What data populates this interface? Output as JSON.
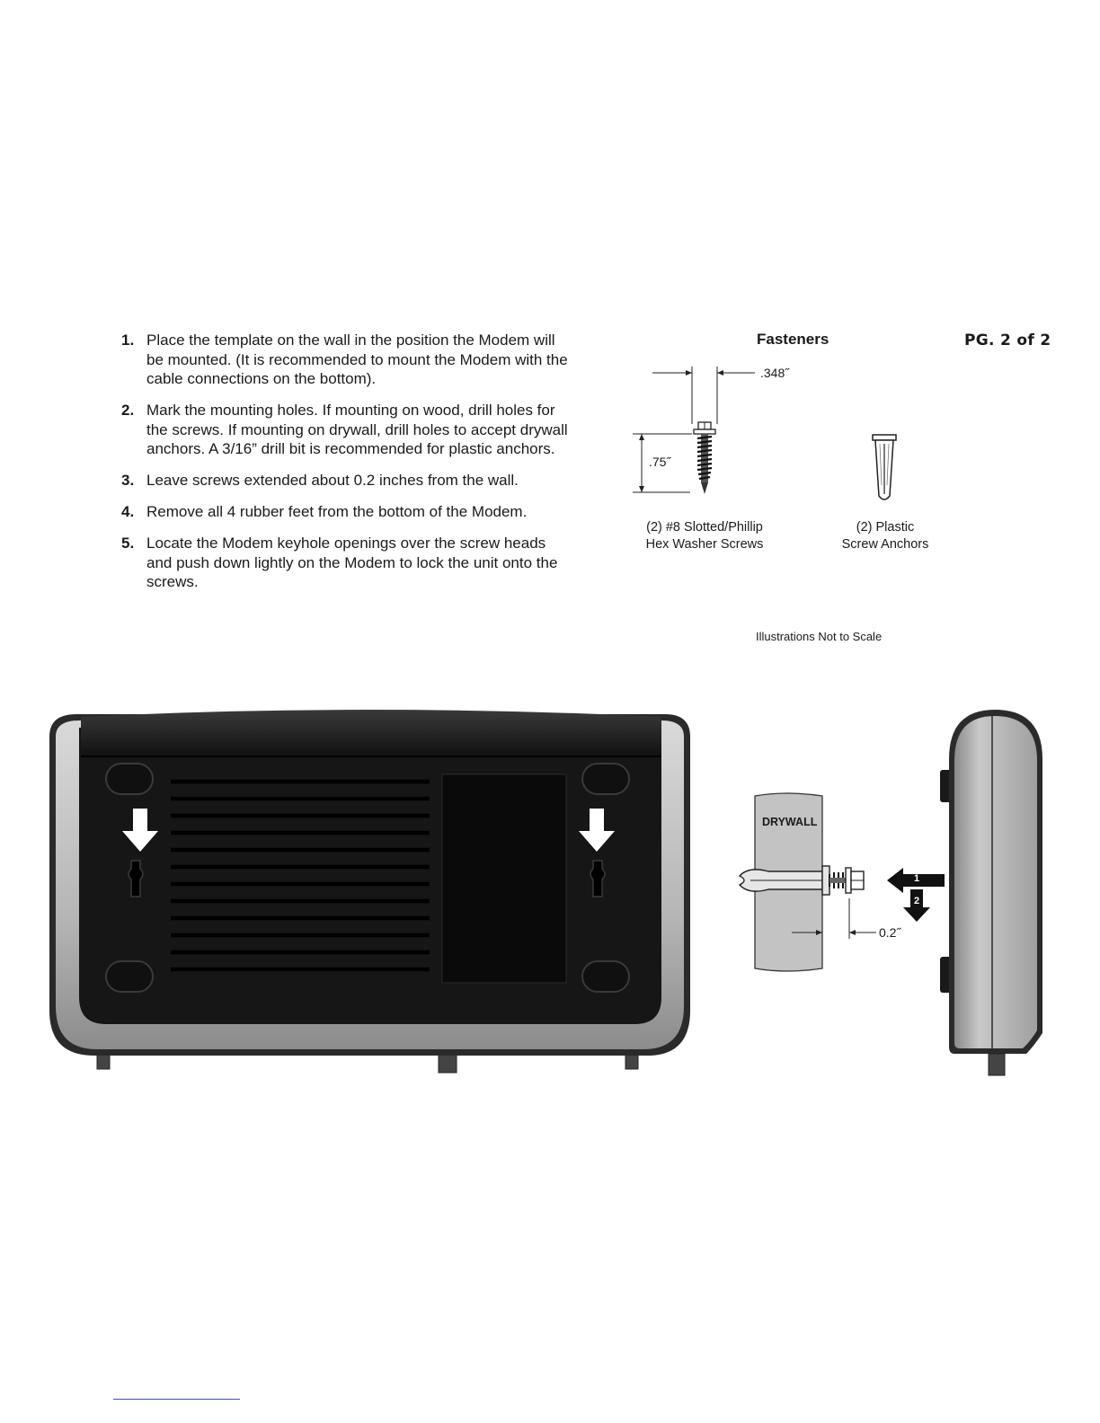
{
  "header": {
    "section_title": "Fasteners",
    "page_number": "PG. 2 of 2"
  },
  "steps": [
    {
      "number": "1.",
      "text": "Place the template on the wall in the position the Modem will be mounted. (It is recommended to mount the Modem with the cable connections on the bottom)."
    },
    {
      "number": "2.",
      "text": "Mark the mounting holes. If mounting on wood, drill holes for the screws. If mounting on drywall, drill holes to accept drywall anchors. A 3/16” drill bit is recommended for plastic anchors."
    },
    {
      "number": "3.",
      "text": "Leave screws extended about 0.2 inches from the wall."
    },
    {
      "number": "4.",
      "text": "Remove all 4 rubber feet from the bottom of the Modem."
    },
    {
      "number": "5.",
      "text": "Locate the Modem keyhole openings over the screw heads and push down lightly on the Modem to lock the unit onto the screws."
    }
  ],
  "fasteners": {
    "screw_width": ".348˝",
    "screw_length": ".75˝",
    "screw_caption_line1": "(2) #8 Slotted/Phillip",
    "screw_caption_line2": "Hex Washer Screws",
    "anchor_caption_line1": "(2) Plastic",
    "anchor_caption_line2": "Screw Anchors",
    "note": "Illustrations Not to Scale"
  },
  "diagram": {
    "wall_label": "DRYWALL",
    "gap_label": "0.2˝",
    "step1": "1",
    "step2": "2"
  }
}
